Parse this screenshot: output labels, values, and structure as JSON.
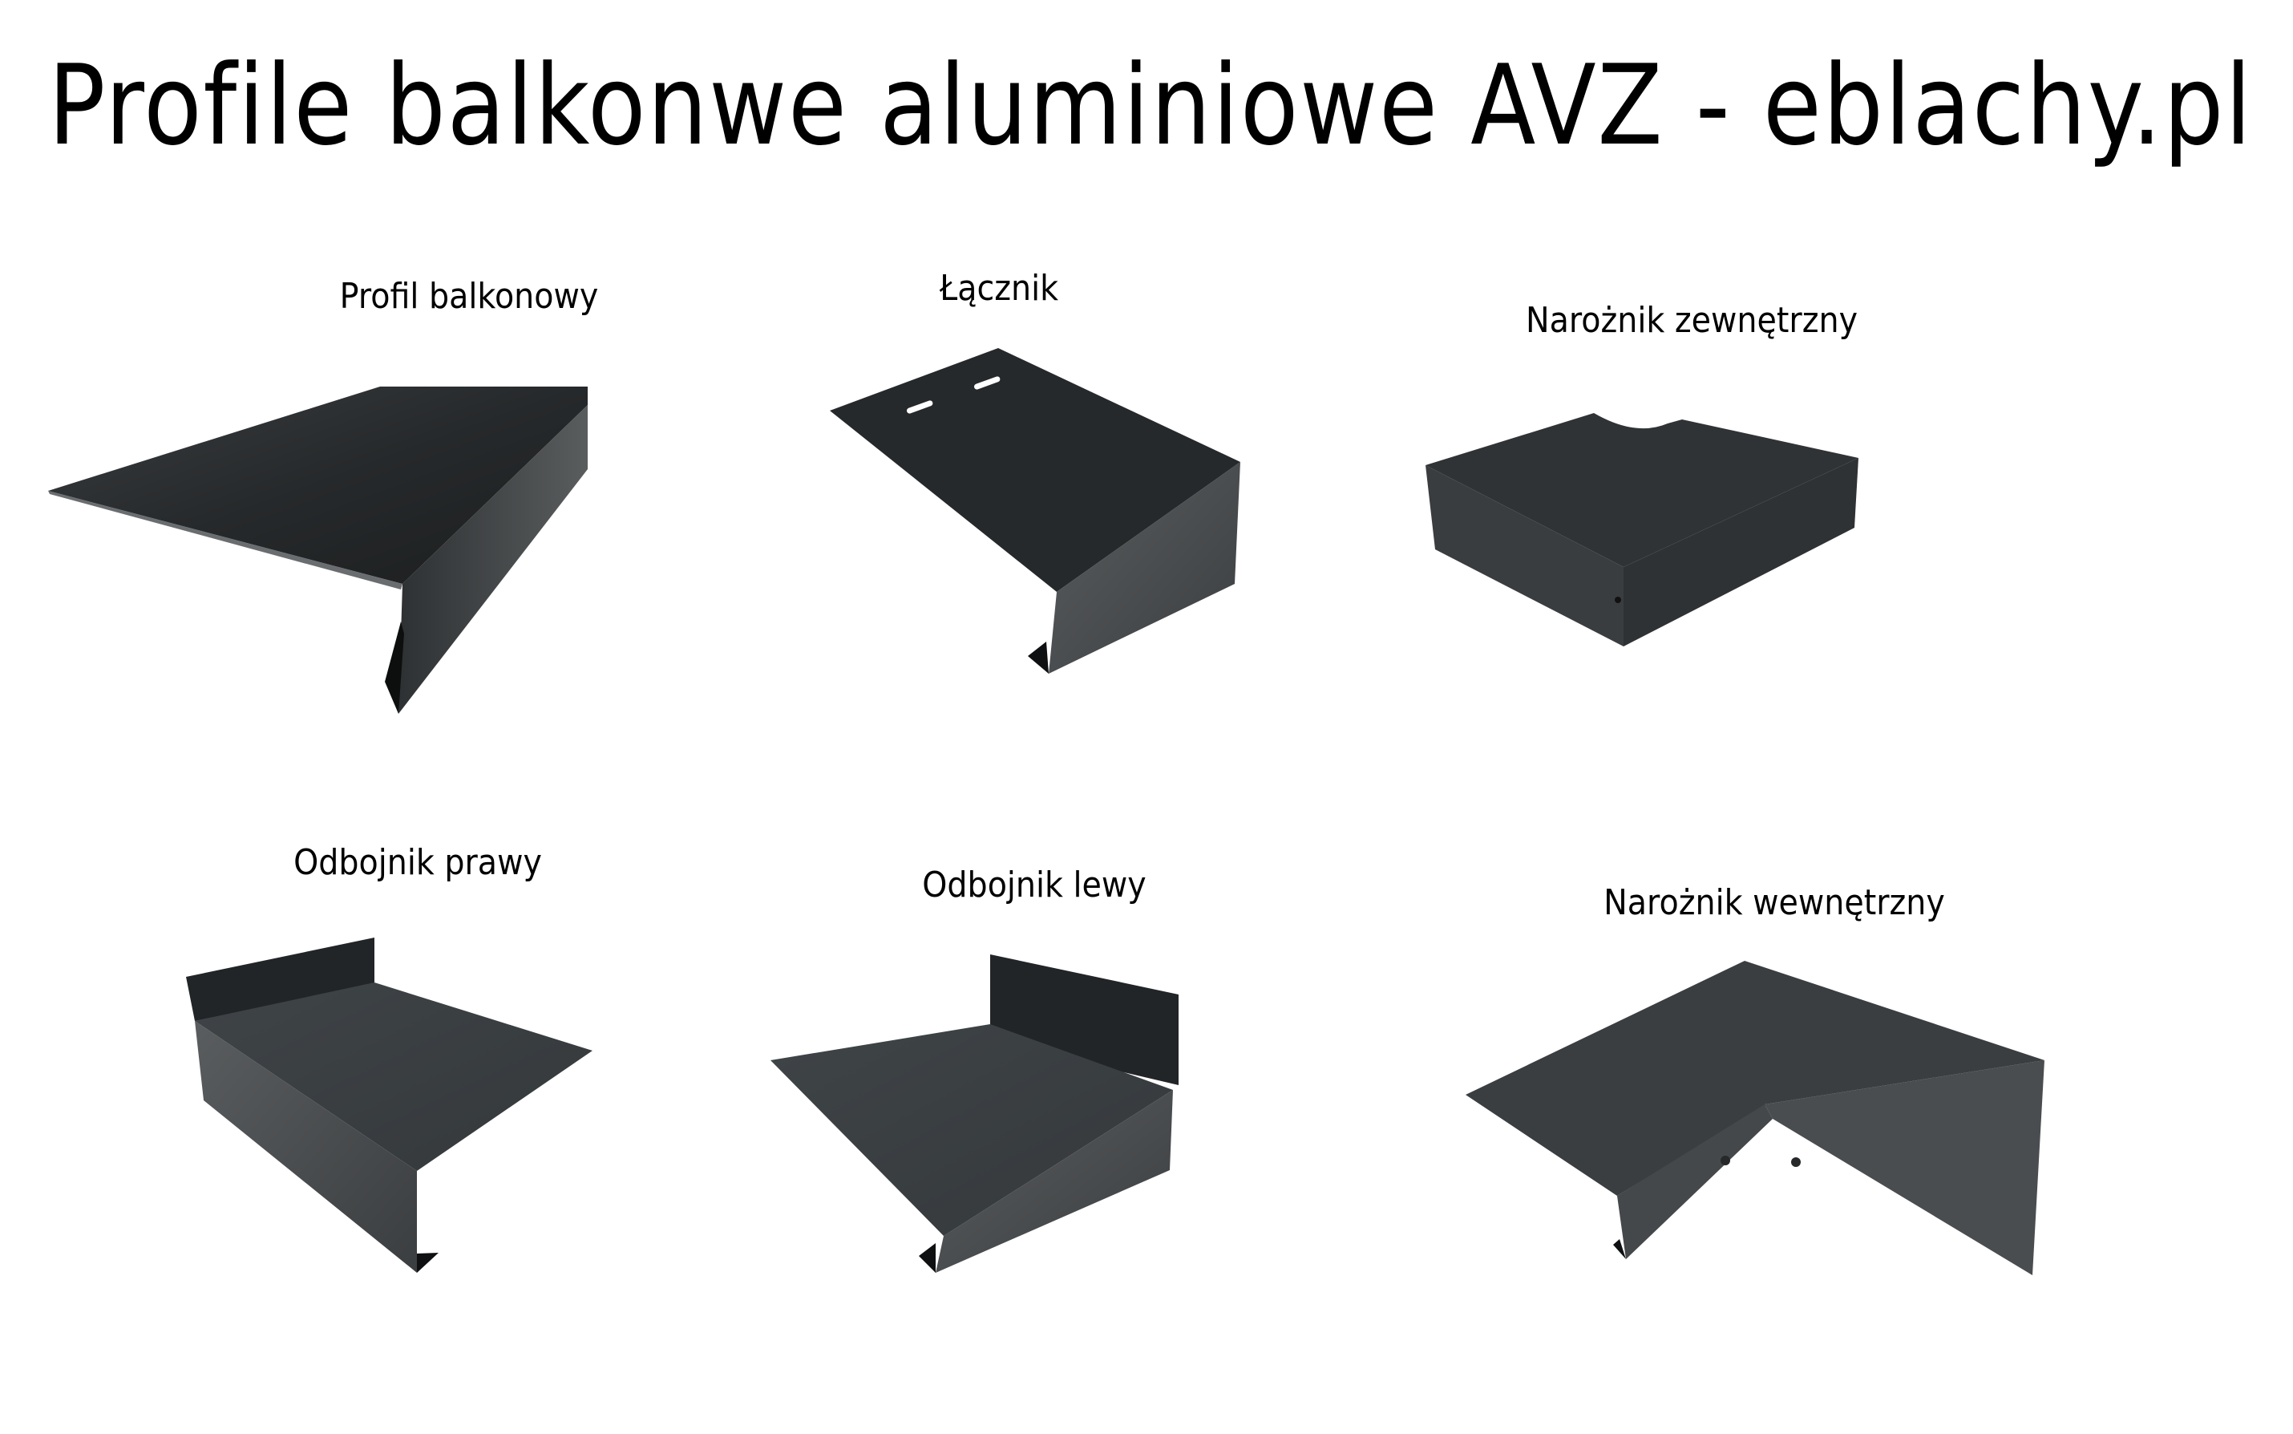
{
  "title": "Profile balkonwe aluminiowe AVZ  - eblachy.pl",
  "colors": {
    "background": "#ffffff",
    "text": "#000000",
    "metal_top": "#2b2e30",
    "metal_face": "#45484a",
    "metal_light": "#55585a",
    "metal_dark": "#141617"
  },
  "products": [
    {
      "id": "profil-balkonowy",
      "label": "Profil balkonowy"
    },
    {
      "id": "lacznik",
      "label": "Łącznik"
    },
    {
      "id": "naroznik-zewnetrzny",
      "label": "Narożnik zewnętrzny"
    },
    {
      "id": "odbojnik-prawy",
      "label": "Odbojnik prawy"
    },
    {
      "id": "odbojnik-lewy",
      "label": "Odbojnik lewy"
    },
    {
      "id": "naroznik-wewnetrzny",
      "label": "Narożnik wewnętrzny"
    }
  ]
}
